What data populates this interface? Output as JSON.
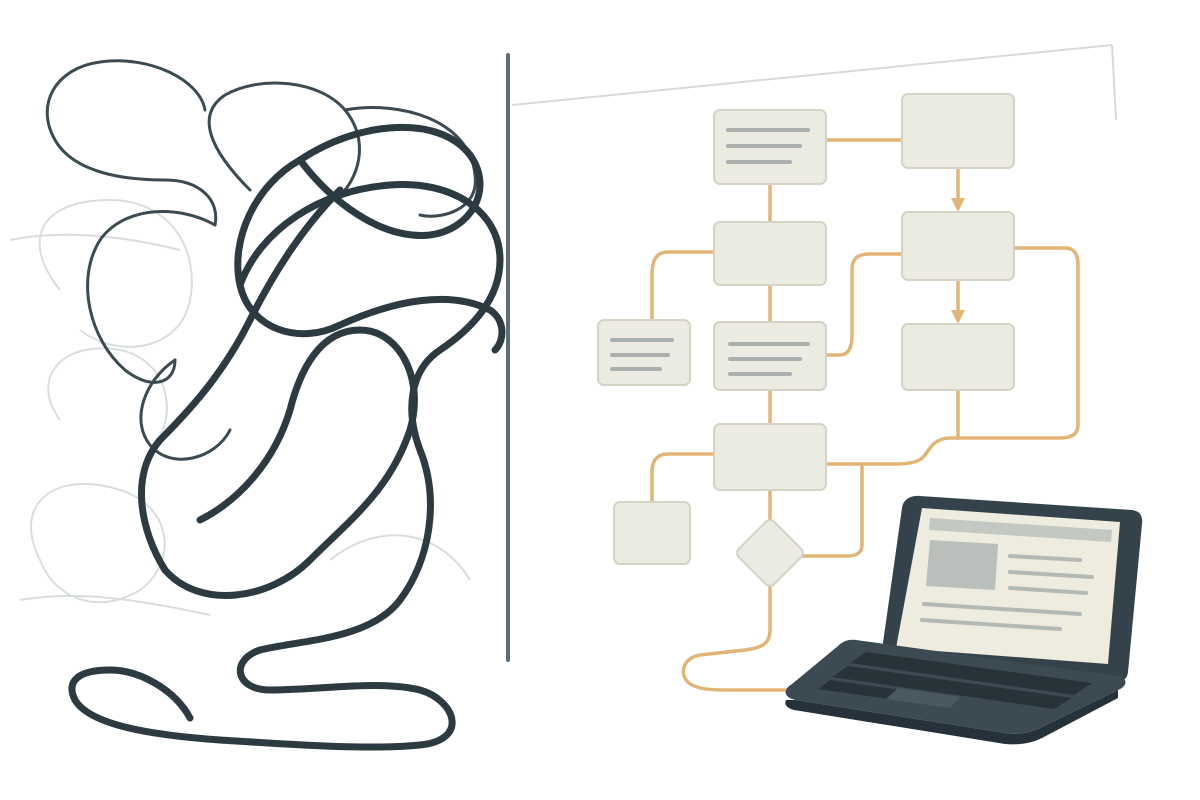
{
  "scene": {
    "subject": "tangled-line-versus-flowchart-to-laptop",
    "palette": {
      "background": "#ffffff",
      "tangle_ink": "#2f3d45",
      "tangle_ghost": "#c8cfd3",
      "divider": "#5f6e76",
      "connector": "#e0b576",
      "box_fill": "#ecebe2",
      "box_stroke": "#d4d3c6",
      "text_line": "#a9b0ad",
      "laptop_body": "#34434b",
      "laptop_screen": "#eeebdf",
      "laptop_keys": "#273239"
    },
    "icons": [
      "tangle-illustration",
      "flowchart-illustration",
      "laptop-icon"
    ]
  }
}
